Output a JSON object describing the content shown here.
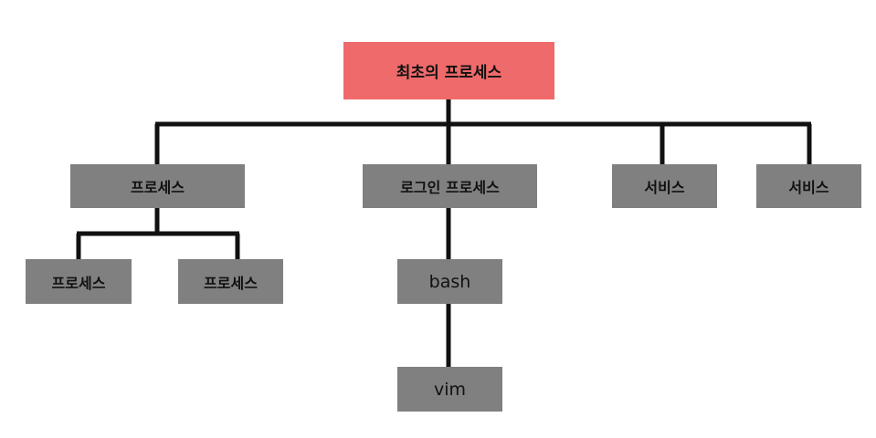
{
  "colors": {
    "root_fill": "#ef6a6a",
    "node_fill": "#808080",
    "edge": "#111111",
    "background": "#ffffff"
  },
  "nodes": {
    "root": "최초의 프로세스",
    "process": "프로세스",
    "login_process": "로그인 프로세스",
    "service_1": "서비스",
    "service_2": "서비스",
    "child_process_1": "프로세스",
    "child_process_2": "프로세스",
    "bash": "bash",
    "vim": "vim"
  }
}
